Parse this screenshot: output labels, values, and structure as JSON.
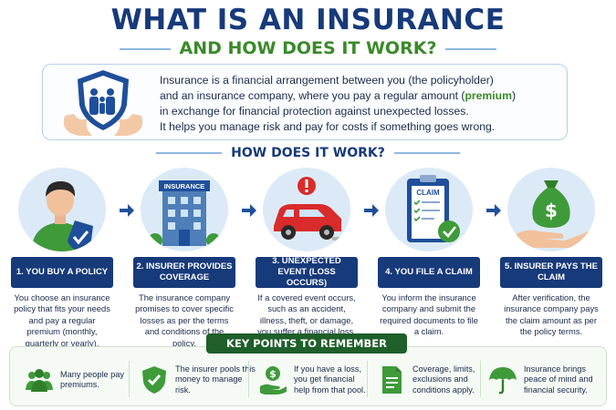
{
  "header": {
    "title": "WHAT IS AN INSURANCE",
    "subtitle": "AND HOW DOES IT WORK?"
  },
  "intro": {
    "line1": "Insurance is a financial arrangement between you (the policyholder)",
    "line2_pre": "and an insurance company, where you pay a regular amount (",
    "line2_hl": "premium",
    "line2_post": ")",
    "line3": "in exchange for financial protection against unexpected losses.",
    "line4": "It helps you manage risk and pay for costs if something goes wrong."
  },
  "how": {
    "heading": "HOW DOES IT WORK?"
  },
  "steps": [
    {
      "label": "1. YOU BUY A POLICY",
      "desc": "You choose an insurance policy that fits your needs and pay a regular premium (monthly, quarterly or yearly)."
    },
    {
      "label": "2. INSURER PROVIDES COVERAGE",
      "desc": "The insurance company promises to cover specific losses as per the terms and conditions of the policy.",
      "building_sign": "INSURANCE"
    },
    {
      "label": "3. UNEXPECTED EVENT (LOSS OCCURS)",
      "desc": "If a covered event occurs, such as an accident, illness, theft, or damage, you suffer a financial loss."
    },
    {
      "label": "4. YOU FILE A CLAIM",
      "desc": "You inform the insurance company and submit the required documents to file a claim.",
      "clipboard_text": "CLAIM"
    },
    {
      "label": "5. INSURER PAYS THE CLAIM",
      "desc": "After verification, the insurance company pays the claim amount as per the policy terms."
    }
  ],
  "key_points": {
    "title": "KEY POINTS TO REMEMBER",
    "items": [
      {
        "icon": "people-icon",
        "text": "Many people pay premiums."
      },
      {
        "icon": "shield-check-icon",
        "text": "The insurer pools this money to manage risk."
      },
      {
        "icon": "hand-money-icon",
        "text": "If you have a loss, you get financial help from that pool."
      },
      {
        "icon": "document-icon",
        "text": "Coverage, limits, exclusions and conditions apply."
      },
      {
        "icon": "umbrella-icon",
        "text": "Insurance brings peace of mind and financial security."
      }
    ]
  },
  "colors": {
    "navy": "#173a7a",
    "green": "#3a8a2a",
    "light_blue": "#dceaf7",
    "dark_green": "#1f5f2a"
  }
}
